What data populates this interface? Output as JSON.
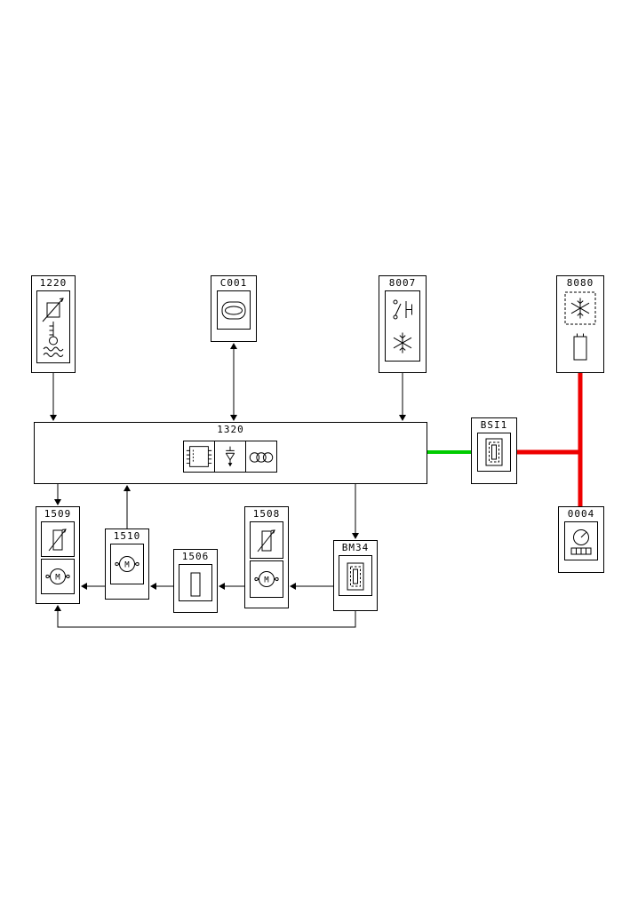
{
  "components": [
    {
      "id": "1220",
      "label": "1220",
      "icon": "coolant-temperature-sensor"
    },
    {
      "id": "C001",
      "label": "C001",
      "icon": "diagnostic-connector"
    },
    {
      "id": "8007",
      "label": "8007",
      "icon": "pressure-switch-snowflake"
    },
    {
      "id": "8080",
      "label": "8080",
      "icon": "snowflake-drier"
    },
    {
      "id": "1320",
      "label": "1320",
      "icon": "engine-ecu-injector-coil"
    },
    {
      "id": "BSI1",
      "label": "BSI1",
      "icon": "bsi-fusebox"
    },
    {
      "id": "0004",
      "label": "0004",
      "icon": "instrument-cluster"
    },
    {
      "id": "1509",
      "label": "1509",
      "icon": "variable-resistor-fan-motor"
    },
    {
      "id": "1510",
      "label": "1510",
      "icon": "fan-motor"
    },
    {
      "id": "1506",
      "label": "1506",
      "icon": "resistor"
    },
    {
      "id": "1508",
      "label": "1508",
      "icon": "variable-resistor-fan-motor"
    },
    {
      "id": "BM34",
      "label": "BM34",
      "icon": "fusebox"
    }
  ],
  "colors": {
    "wire": "#000000",
    "can_green": "#00cc00",
    "power_red": "#ee0000"
  },
  "connections": [
    {
      "from": "1220",
      "to": "1320"
    },
    {
      "from": "C001",
      "to": "1320"
    },
    {
      "from": "8007",
      "to": "1320"
    },
    {
      "from": "1320",
      "to": "BSI1",
      "color": "#00cc00"
    },
    {
      "from": "BSI1",
      "to": "8080",
      "color": "#ee0000"
    },
    {
      "from": "BSI1",
      "to": "0004",
      "color": "#ee0000"
    },
    {
      "from": "1320",
      "to": "1509"
    },
    {
      "from": "1510",
      "to": "1320"
    },
    {
      "from": "1320",
      "to": "BM34"
    },
    {
      "from": "BM34",
      "to": "1508"
    },
    {
      "from": "1508",
      "to": "1506"
    },
    {
      "from": "1506",
      "to": "1510"
    },
    {
      "from": "1510",
      "to": "1509"
    },
    {
      "from": "BM34",
      "to": "1509"
    }
  ]
}
